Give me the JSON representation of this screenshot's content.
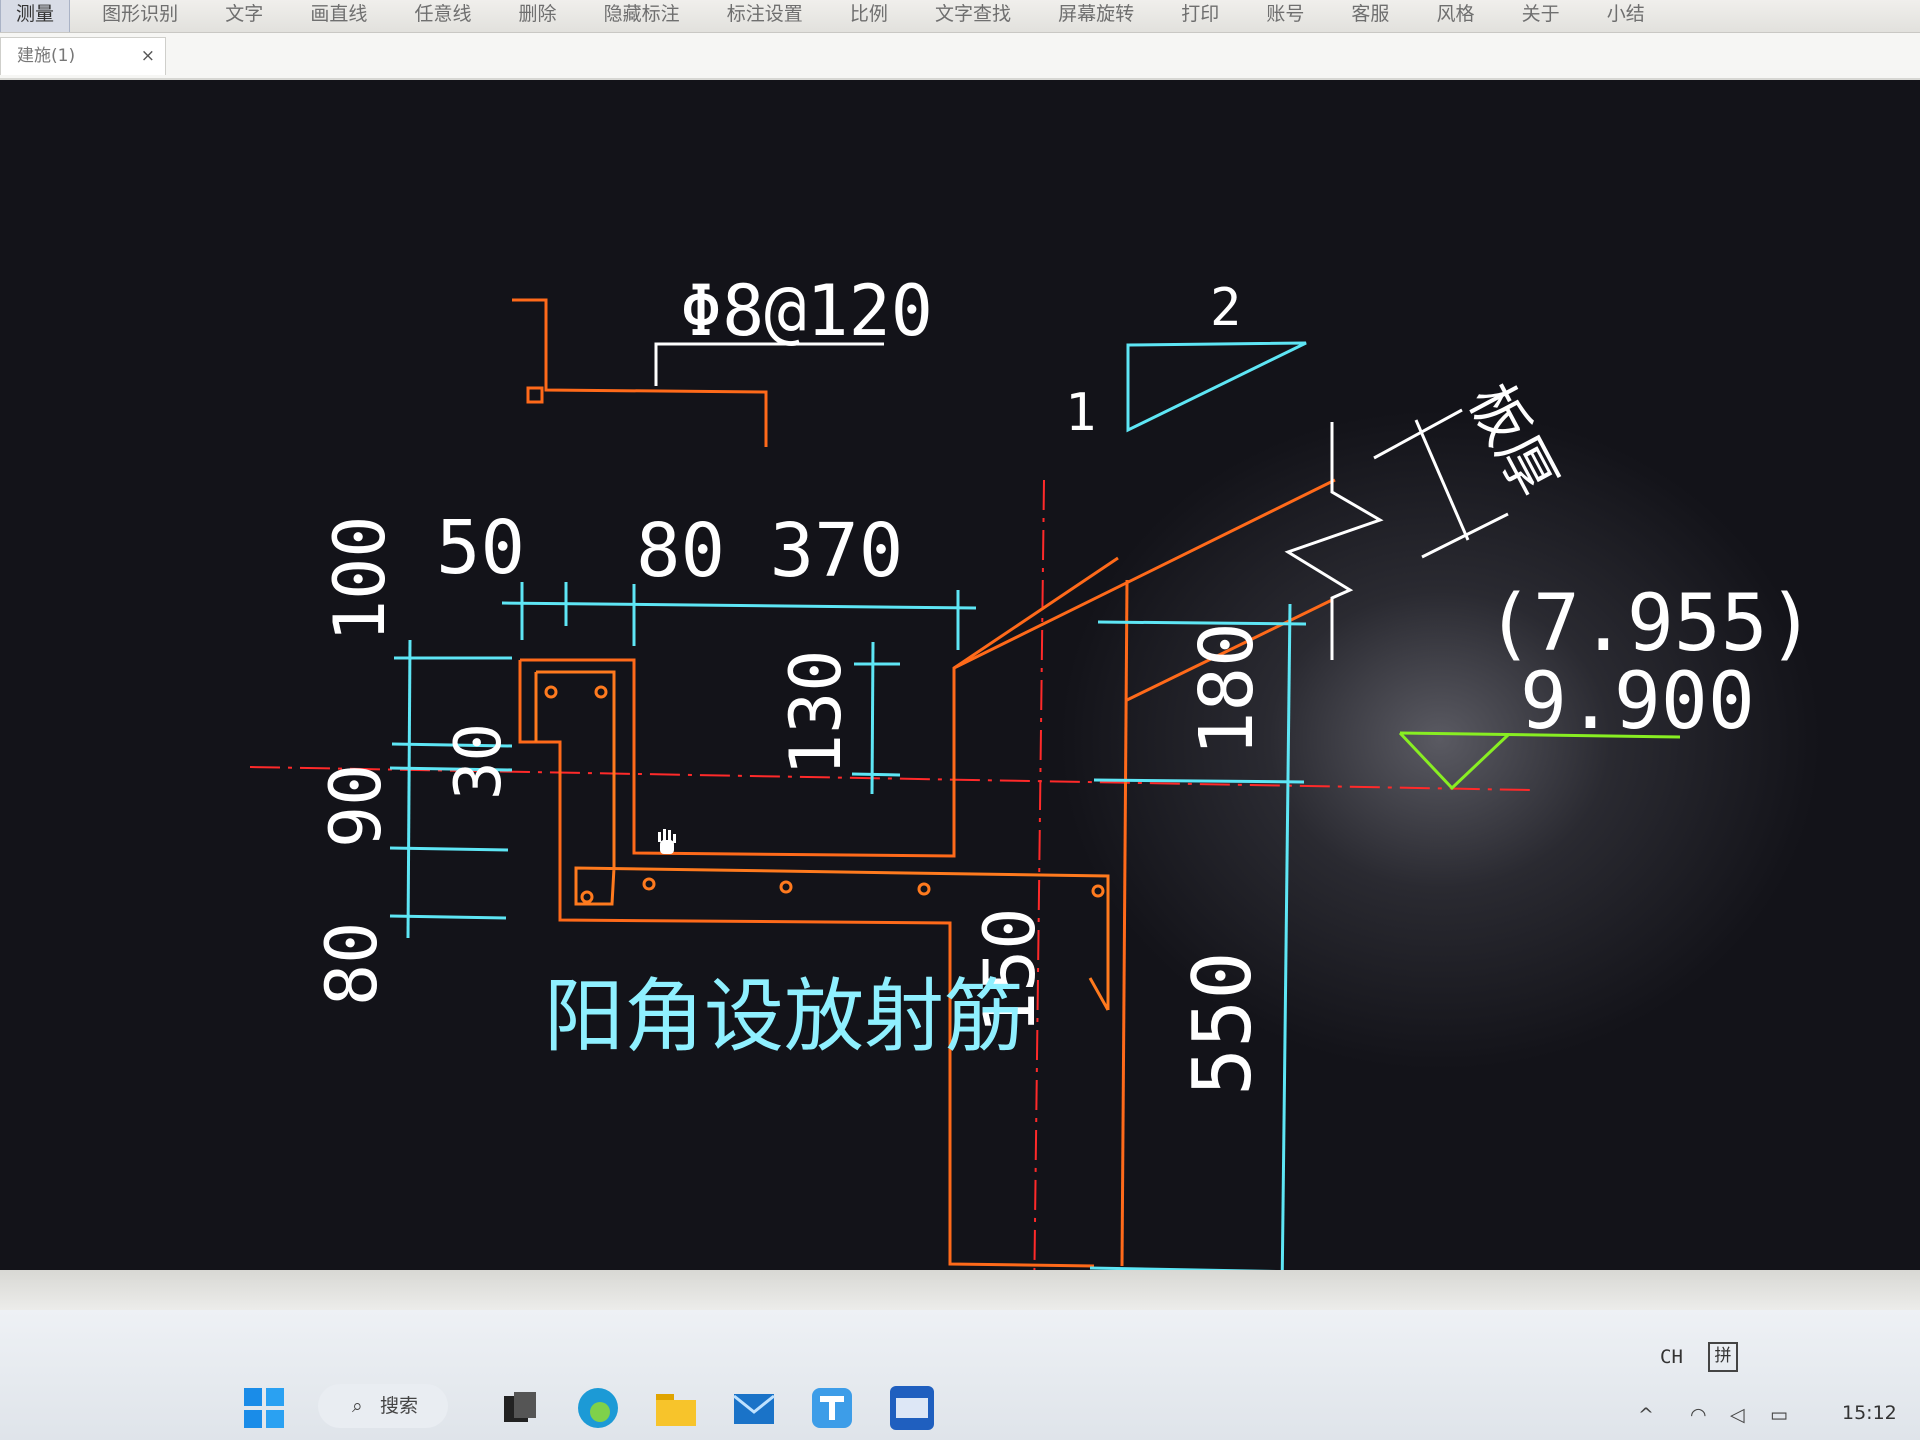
{
  "menu": {
    "items": [
      {
        "label": "测量",
        "active": true
      },
      {
        "label": "图形识别"
      },
      {
        "label": "文字"
      },
      {
        "label": "画直线"
      },
      {
        "label": "任意线"
      },
      {
        "label": "删除"
      },
      {
        "label": "隐藏标注"
      },
      {
        "label": "标注设置"
      },
      {
        "label": "比例"
      },
      {
        "label": "文字查找"
      },
      {
        "label": "屏幕旋转"
      },
      {
        "label": "打印"
      },
      {
        "label": "账号"
      },
      {
        "label": "客服"
      },
      {
        "label": "风格"
      },
      {
        "label": "关于"
      },
      {
        "label": "小结"
      }
    ]
  },
  "document_tab": {
    "label": "建施(1)",
    "close_glyph": "×"
  },
  "drawing": {
    "rebar_spec": "Φ8@120",
    "section_mark_1": "1",
    "section_mark_2": "2",
    "slab_thickness_label": "板厚",
    "elevation_bracket": "(7.955)",
    "elevation": "9.900",
    "note": "阳角设放射筋",
    "dimensions": {
      "d50": "50",
      "d80_370": "80 370",
      "d100": "100",
      "d130": "130",
      "d30": "30",
      "d90": "90",
      "d80": "80",
      "d180": "180",
      "d150": "150",
      "d550": "550"
    },
    "colors": {
      "concrete": "#ff6a1a",
      "rebar": "#ff7a1e",
      "dimension": "#5ee6f5",
      "text": "#ffffff",
      "axis": "#ff2a2a",
      "elevation_marker": "#88ee22"
    }
  },
  "taskbar": {
    "search_label": "搜索",
    "search_glyph": "⌕",
    "ime_language": "CH",
    "ime_mode": "拼",
    "clock": "15:12",
    "app_icons": [
      "windows-start-icon",
      "file-viewer-icon",
      "edge-icon",
      "folder-icon",
      "mail-icon",
      "typora-icon",
      "cad-viewer-icon"
    ]
  }
}
